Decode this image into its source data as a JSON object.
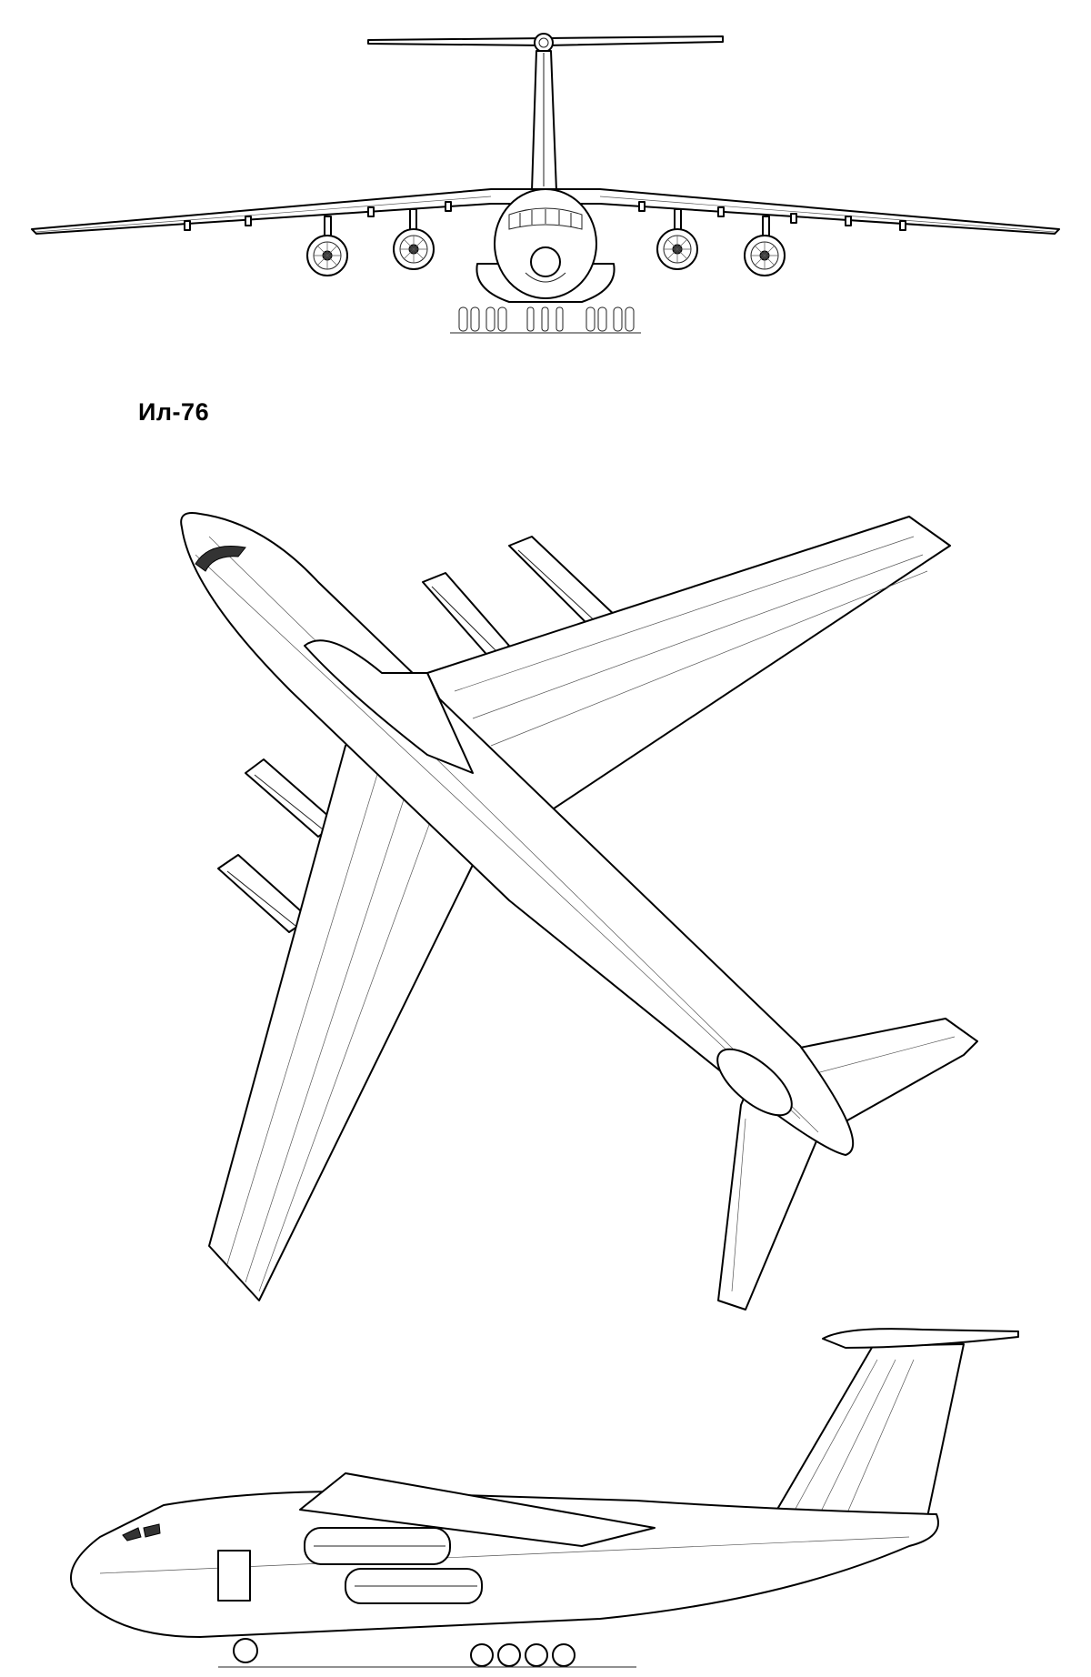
{
  "drawing": {
    "title": "Ил-76",
    "views": [
      "front-view",
      "top-view",
      "side-view"
    ]
  }
}
